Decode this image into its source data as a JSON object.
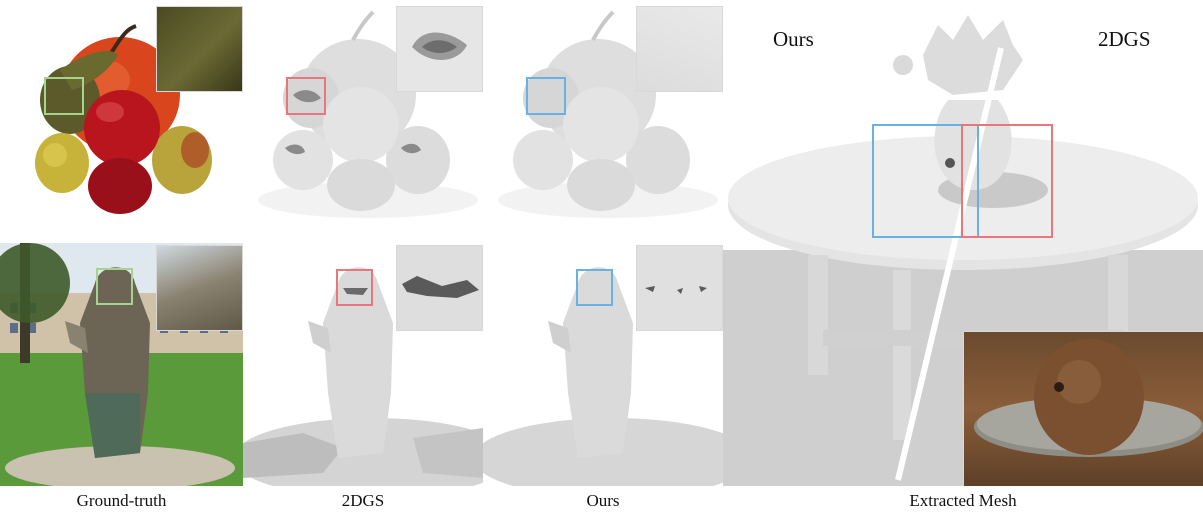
{
  "figure": {
    "captions": {
      "ground_truth": "Ground-truth",
      "twodgs": "2DGS",
      "ours": "Ours",
      "extracted_mesh": "Extracted Mesh"
    },
    "mesh_labels": {
      "left": "Ours",
      "right": "2DGS"
    },
    "box_colors": {
      "ground_truth": "#a6d48e",
      "twodgs": "#e8767a",
      "ours": "#6ab0e4"
    }
  }
}
